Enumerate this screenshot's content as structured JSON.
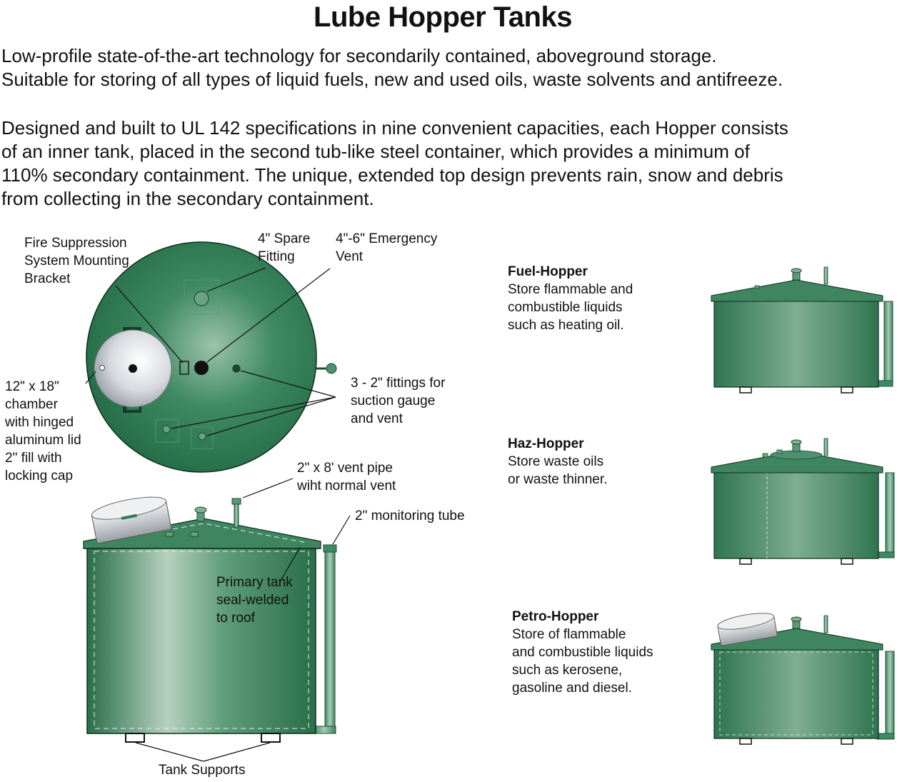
{
  "title": "Lube Hopper Tanks",
  "intro": [
    "Low-profile state-of-the-art technology for secondarily contained, aboveground storage.",
    "Suitable for storing of all types of liquid fuels, new and used oils, waste solvents and antifreeze."
  ],
  "body": [
    "Designed and built to UL 142 specifications in nine convenient capacities, each Hopper consists",
    "of an inner tank, placed in the second tub-like steel container, which provides a minimum of",
    "110% secondary containment. The unique, extended top design prevents rain, snow and debris",
    "from collecting in the secondary containment."
  ],
  "labels": {
    "fire_bracket": [
      "Fire Suppression",
      "System Mounting",
      "Bracket"
    ],
    "spare_fitting": [
      "4\" Spare",
      "Fitting"
    ],
    "emergency_vent": [
      "4\"-6\" Emergency",
      "Vent"
    ],
    "chamber": [
      "12\" x 18\"",
      "chamber",
      "with hinged",
      "aluminum lid",
      "2\" fill with",
      "locking cap"
    ],
    "fittings": [
      "3 - 2\" fittings for",
      "suction gauge",
      "and vent"
    ],
    "vent_pipe": [
      "2\" x 8' vent pipe",
      "wiht normal vent"
    ],
    "monitoring_tube": [
      "2\" monitoring tube"
    ],
    "primary_tank": [
      "Primary tank",
      "seal-welded",
      "to roof"
    ],
    "tank_supports": [
      "Tank Supports"
    ]
  },
  "models": [
    {
      "name": "Fuel-Hopper",
      "lines": [
        "Store flammable and",
        "combustible liquids",
        "such as heating oil."
      ]
    },
    {
      "name": "Haz-Hopper",
      "lines": [
        "Store waste oils",
        "or waste thinner."
      ]
    },
    {
      "name": "Petro-Hopper",
      "lines": [
        "Store of flammable",
        "and combustible liquids",
        "such as kerosene,",
        "gasoline and diesel."
      ]
    }
  ],
  "colors": {
    "tank_green": "#2f7b55",
    "tank_dark": "#1f5a3b",
    "tank_light": "#b8d3c2",
    "outline": "#0c2e1d"
  }
}
